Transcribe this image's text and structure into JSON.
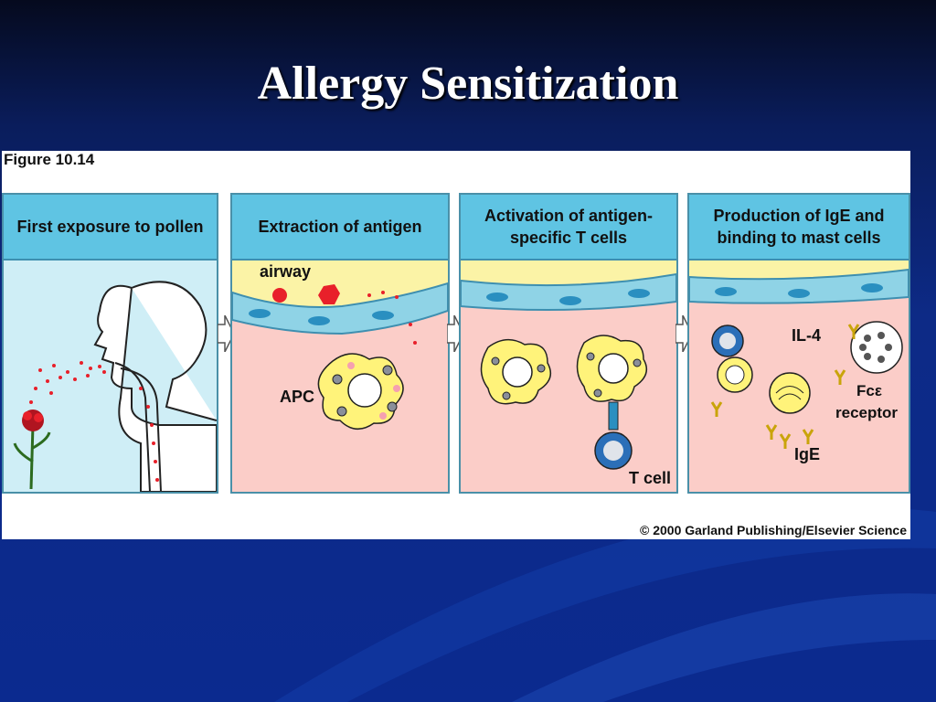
{
  "slide": {
    "title": "Allergy Sensitization"
  },
  "figure": {
    "label": "Figure 10.14",
    "credit": "© 2000 Garland Publishing/Elsevier Science",
    "panels": [
      {
        "title": "First exposure to pollen"
      },
      {
        "title": "Extraction of antigen",
        "labels": {
          "airway": "airway",
          "apc": "APC"
        }
      },
      {
        "title": "Activation of antigen-specific T cells",
        "labels": {
          "tcell": "T cell"
        }
      },
      {
        "title": "Production of IgE and binding to mast cells",
        "labels": {
          "il4": "IL-4",
          "fce": "Fcε",
          "receptor": "receptor",
          "ige": "IgE"
        }
      }
    ]
  },
  "colors": {
    "header": "#5fc4e3",
    "tissue": "#fbcdc8",
    "mucus": "#fbf3a6",
    "epithelium": "#8fd3e6",
    "antigen": "#e8202a",
    "cell_yellow": "#fff37a"
  }
}
